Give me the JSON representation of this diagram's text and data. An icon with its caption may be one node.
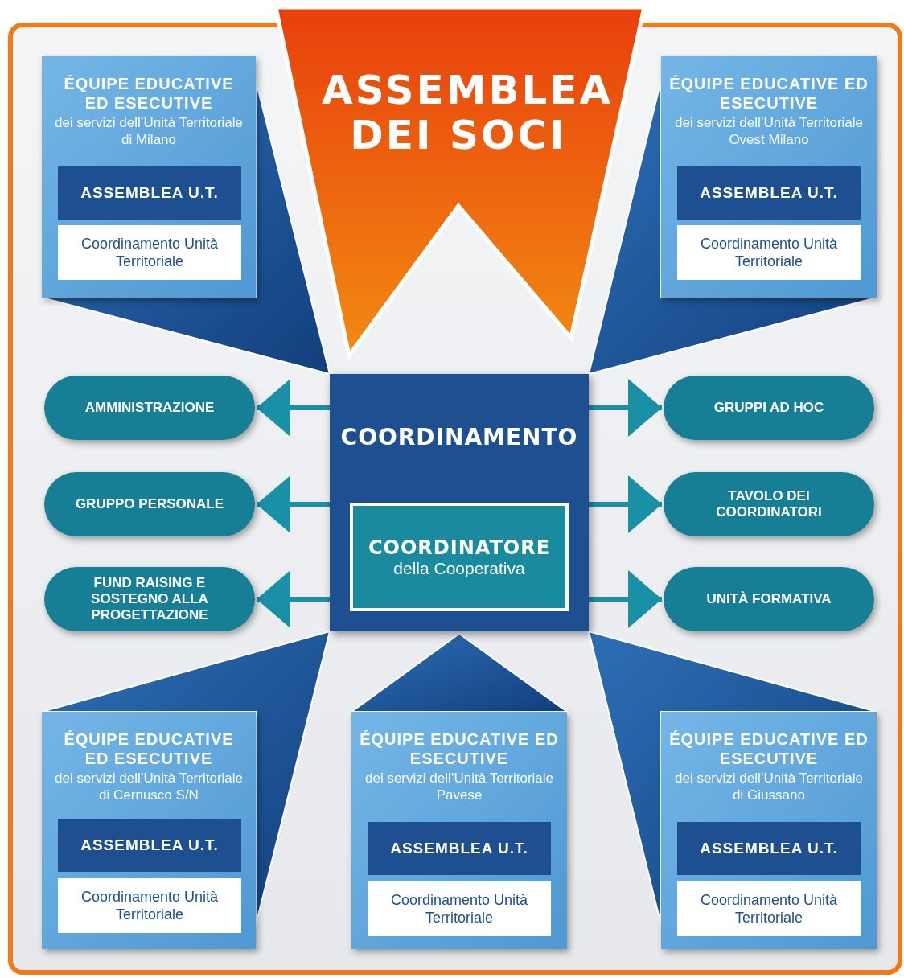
{
  "diagram": {
    "nodes": [
      {
        "text": [
          "ÉQUIPE EDUCATIVE ED ESECUTIVE",
          "dei servizi dell’Unità Territoriale di Milano"
        ]
      },
      {
        "text": [
          "ASSEMBLEA U.T."
        ],
        "in": 0
      },
      {
        "text": [
          "Coordinamento Unità Territoriale"
        ],
        "in": 0
      },
      {
        "text": [
          "ASSEMBLEA DEI SOCI"
        ]
      },
      {
        "text": [
          "ÉQUIPE EDUCATIVE ED ESECUTIVE",
          "dei servizi dell’Unità Territoriale Ovest Milano"
        ]
      },
      {
        "text": [
          "ASSEMBLEA U.T."
        ],
        "in": 4
      },
      {
        "text": [
          "Coordinamento Unità Territoriale"
        ],
        "in": 4
      },
      {
        "text": [
          "AMMINISTRAZIONE"
        ]
      },
      {
        "text": [
          "COORDINAMENTO"
        ]
      },
      {
        "text": [
          "COORDINATORE",
          "della Cooperativa"
        ],
        "in": 8
      },
      {
        "text": [
          "GRUPPI AD HOC"
        ]
      },
      {
        "text": [
          "GRUPPO PERSONALE"
        ]
      },
      {
        "text": [
          "TAVOLO DEI COORDINATORI"
        ]
      },
      {
        "text": [
          "FUND RAISING E SOSTEGNO ALLA PROGETTAZIONE"
        ]
      },
      {
        "text": [
          "UNITÀ FORMATIVA"
        ]
      },
      {
        "text": [
          "ÉQUIPE EDUCATIVE ED ESECUTIVE",
          "dei servizi dell’Unità Territoriale di Cernusco S/N"
        ]
      },
      {
        "text": [
          "ASSEMBLEA U.T."
        ],
        "in": 15
      },
      {
        "text": [
          "Coordinamento Unità Territoriale"
        ],
        "in": 15
      },
      {
        "text": [
          "ÉQUIPE EDUCATIVE ED ESECUTIVE",
          "dei servizi dell’Unità Territoriale Pavese"
        ]
      },
      {
        "text": [
          "ASSEMBLEA U.T."
        ],
        "in": 18
      },
      {
        "text": [
          "Coordinamento Unità Territoriale"
        ],
        "in": 18
      },
      {
        "text": [
          "ÉQUIPE EDUCATIVE ED ESECUTIVE",
          "dei servizi dell’Unità Territoriale di Giussano"
        ]
      },
      {
        "text": [
          "ASSEMBLEA U.T."
        ],
        "in": 21
      },
      {
        "text": [
          "Coordinamento Unità Territoriale"
        ],
        "in": 21
      }
    ],
    "edges": [
      {
        "from": 8,
        "to": 7,
        "arrow": "to"
      },
      {
        "from": 8,
        "to": 10,
        "arrow": "to"
      },
      {
        "from": 8,
        "to": 11,
        "arrow": "to"
      },
      {
        "from": 8,
        "to": 12,
        "arrow": "to"
      },
      {
        "from": 8,
        "to": 13,
        "arrow": "to"
      },
      {
        "from": 8,
        "to": 14,
        "arrow": "to"
      },
      {
        "from": 0,
        "to": 8,
        "arrow": "none"
      },
      {
        "from": 4,
        "to": 8,
        "arrow": "none"
      },
      {
        "from": 15,
        "to": 8,
        "arrow": "none"
      },
      {
        "from": 18,
        "to": 8,
        "arrow": "none"
      },
      {
        "from": 21,
        "to": 8,
        "arrow": "none"
      }
    ]
  }
}
